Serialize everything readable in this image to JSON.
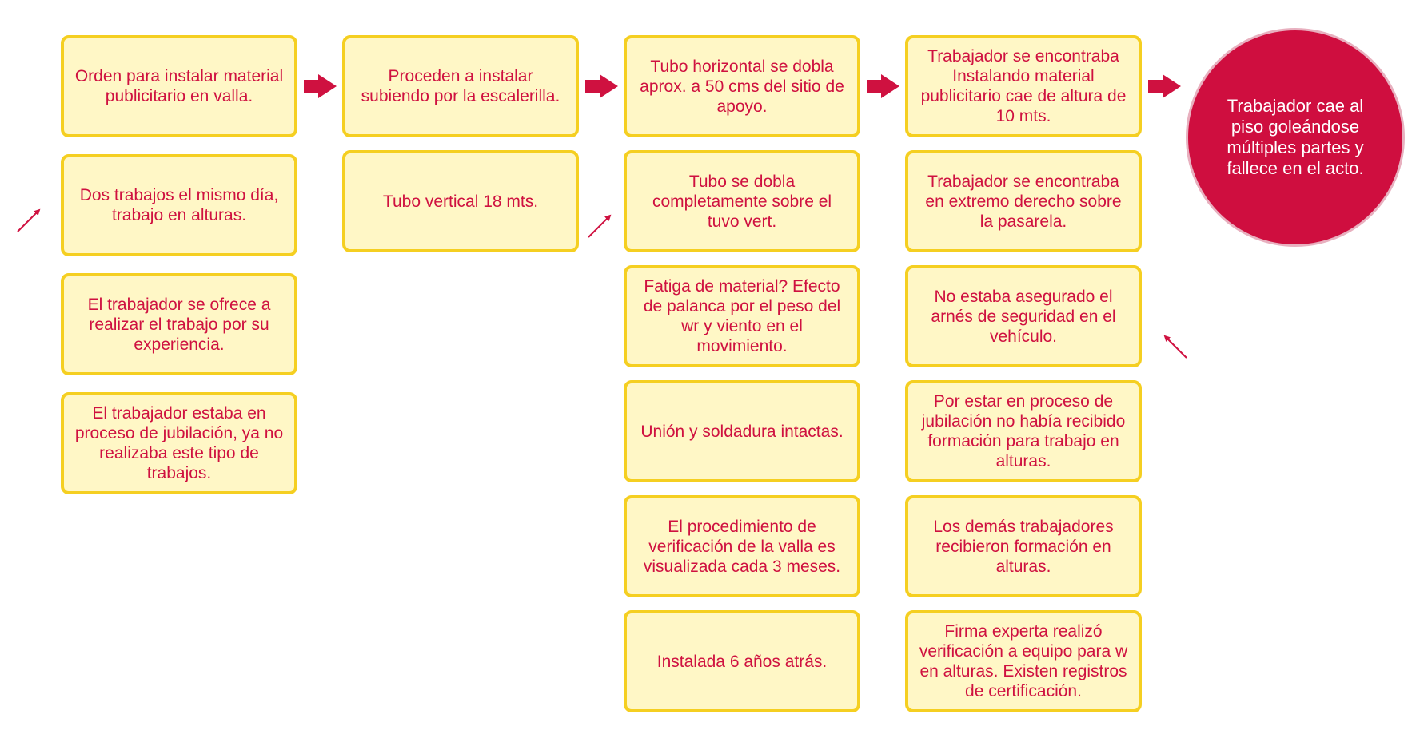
{
  "colors": {
    "accent": "#cf1140",
    "box_fill": "#fff7c6",
    "box_border": "#f5cf21",
    "circle_fill": "#cf0e3f"
  },
  "columns": [
    {
      "boxes": [
        "Orden para instalar material publicitario en valla.",
        "Dos trabajos el mismo día, trabajo en alturas.",
        "El trabajador se ofrece a realizar el trabajo por su experiencia.",
        "El trabajador estaba en proceso de jubilación, ya no realizaba este tipo de trabajos."
      ]
    },
    {
      "boxes": [
        "Proceden a instalar subiendo por la escalerilla.",
        "Tubo vertical 18 mts."
      ]
    },
    {
      "boxes": [
        "Tubo horizontal se dobla aprox. a 50 cms del sitio de apoyo.",
        "Tubo se dobla completamente sobre el tuvo vert.",
        "Fatiga de material? Efecto de palanca por el peso del wr y viento en el movimiento.",
        "Unión y soldadura intactas.",
        "El procedimiento de verificación de la valla es visualizada cada 3 meses.",
        "Instalada 6 años atrás."
      ]
    },
    {
      "boxes": [
        "Trabajador se encontraba Instalando material publicitario cae de altura de 10 mts.",
        "Trabajador se encontraba en extremo derecho sobre la pasarela.",
        "No estaba asegurado el arnés de seguridad en el vehículo.",
        "Por estar en proceso de jubilación no había recibido formación para trabajo en alturas.",
        "Los demás trabajadores recibieron formación en alturas.",
        "Firma experta realizó verificación a equipo para w en alturas. Existen registros de certificación."
      ]
    }
  ],
  "outcome": "Trabajador cae al piso goleándose múltiples partes y fallece en el acto."
}
